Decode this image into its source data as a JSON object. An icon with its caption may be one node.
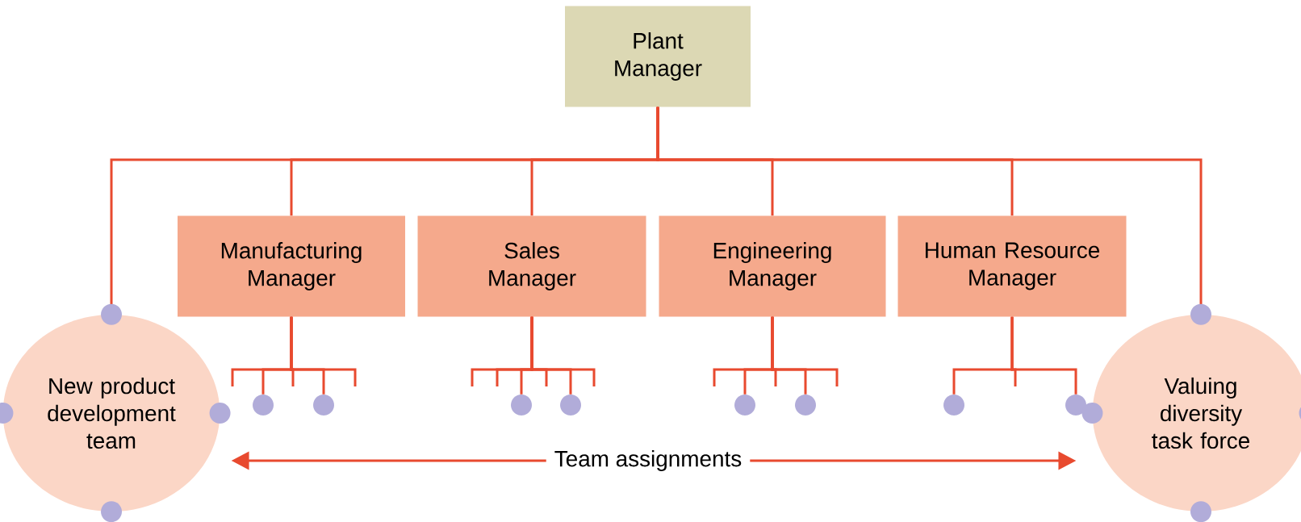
{
  "diagram": {
    "nodes": [
      {
        "text": [
          "Plant Manager"
        ]
      },
      {
        "text": [
          "Manufacturing Manager"
        ]
      },
      {
        "text": [
          "Sales Manager"
        ]
      },
      {
        "text": [
          "Engineering Manager"
        ]
      },
      {
        "text": [
          "Human Resource Manager"
        ]
      },
      {
        "text": [
          "New product development team"
        ]
      },
      {
        "text": [],
        "shape": "circle"
      },
      {
        "text": [],
        "shape": "circle"
      },
      {
        "text": [],
        "shape": "circle"
      },
      {
        "text": [],
        "shape": "circle"
      },
      {
        "text": [],
        "shape": "circle"
      },
      {
        "text": [],
        "shape": "circle"
      },
      {
        "text": [],
        "shape": "circle"
      },
      {
        "text": [],
        "shape": "circle"
      },
      {
        "text": [
          "Valuing diversity task force"
        ]
      }
    ],
    "edges": [
      {
        "from": 0,
        "to": 1,
        "arrow": "none"
      },
      {
        "from": 0,
        "to": 2,
        "arrow": "none"
      },
      {
        "from": 0,
        "to": 3,
        "arrow": "none"
      },
      {
        "from": 0,
        "to": 4,
        "arrow": "none"
      },
      {
        "from": 0,
        "to": 5,
        "arrow": "none"
      },
      {
        "from": 0,
        "to": 14,
        "arrow": "none"
      },
      {
        "from": 1,
        "to": null,
        "arrow": "none"
      },
      {
        "from": 1,
        "to": 6,
        "arrow": "none"
      },
      {
        "from": 1,
        "to": null,
        "arrow": "none"
      },
      {
        "from": 1,
        "to": 7,
        "arrow": "none"
      },
      {
        "from": 1,
        "to": null,
        "arrow": "none"
      },
      {
        "from": 2,
        "to": null,
        "arrow": "none"
      },
      {
        "from": 2,
        "to": null,
        "arrow": "none"
      },
      {
        "from": 2,
        "to": 8,
        "arrow": "none"
      },
      {
        "from": 2,
        "to": null,
        "arrow": "none"
      },
      {
        "from": 2,
        "to": 9,
        "arrow": "none"
      },
      {
        "from": 2,
        "to": null,
        "arrow": "none"
      },
      {
        "from": 3,
        "to": null,
        "arrow": "none"
      },
      {
        "from": 3,
        "to": 10,
        "arrow": "none"
      },
      {
        "from": 3,
        "to": null,
        "arrow": "none"
      },
      {
        "from": 3,
        "to": 11,
        "arrow": "none"
      },
      {
        "from": 3,
        "to": null,
        "arrow": "none"
      },
      {
        "from": 4,
        "to": 12,
        "arrow": "none"
      },
      {
        "from": 4,
        "to": null,
        "arrow": "none"
      },
      {
        "from": 4,
        "to": 13,
        "arrow": "none"
      },
      {
        "from": 5,
        "to": 14,
        "arrow": "both",
        "label": "Team assignments"
      }
    ]
  }
}
